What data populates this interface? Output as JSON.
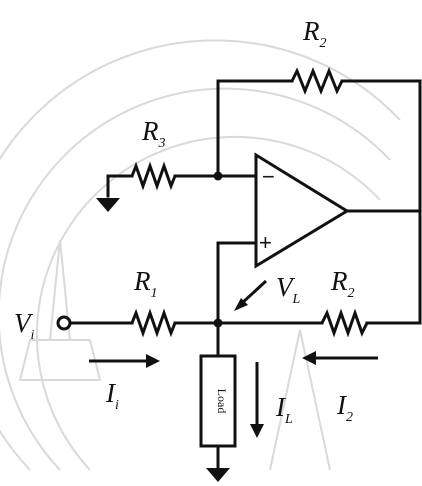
{
  "components": {
    "r2_top": {
      "name": "R",
      "sub": "2"
    },
    "r3": {
      "name": "R",
      "sub": "3"
    },
    "r1": {
      "name": "R",
      "sub": "1"
    },
    "r2_bottom": {
      "name": "R",
      "sub": "2"
    },
    "load": {
      "label": "Load"
    }
  },
  "labels": {
    "v_in": {
      "name": "V",
      "sub": "i"
    },
    "v_l": {
      "name": "V",
      "sub": "L"
    },
    "i_i": {
      "name": "I",
      "sub": "i"
    },
    "i_l": {
      "name": "I",
      "sub": "L"
    },
    "i_2": {
      "name": "I",
      "sub": "2"
    }
  },
  "opamp": {
    "minus": "−",
    "plus": "+"
  },
  "colors": {
    "line": "#111111",
    "background": "#ffffff",
    "watermark": "#d9d9d9"
  }
}
